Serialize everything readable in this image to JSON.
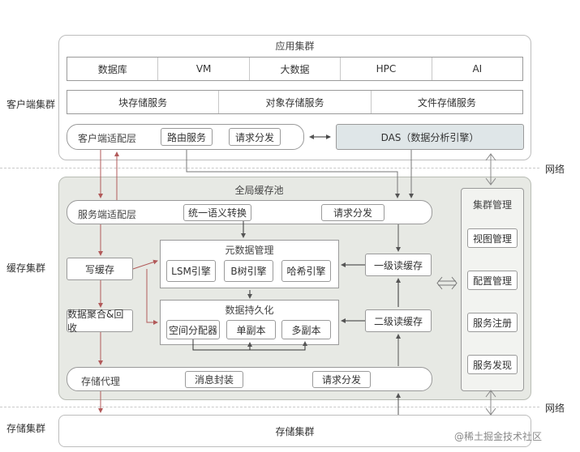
{
  "side_labels": {
    "client_cluster": "客户端集群",
    "cache_cluster": "缓存集群",
    "storage_cluster": "存储集群",
    "network_top": "网络",
    "network_bottom": "网络"
  },
  "client": {
    "app_cluster_title": "应用集群",
    "apps": [
      "数据库",
      "VM",
      "大数据",
      "HPC",
      "AI"
    ],
    "storage_services": [
      "块存储服务",
      "对象存储服务",
      "文件存储服务"
    ],
    "adapter": {
      "label": "客户端适配层",
      "route": "路由服务",
      "dispatch": "请求分发"
    },
    "das": "DAS（数据分析引擎）"
  },
  "cache": {
    "pool_title": "全局缓存池",
    "server_adapter": {
      "label": "服务端适配层",
      "convert": "统一语义转换",
      "dispatch": "请求分发"
    },
    "write_cache": "写缓存",
    "aggregate": "数据聚合&回收",
    "metadata": {
      "title": "元数据管理",
      "items": [
        "LSM引擎",
        "B树引擎",
        "哈希引擎"
      ]
    },
    "persistence": {
      "title": "数据持久化",
      "items": [
        "空间分配器",
        "单副本",
        "多副本"
      ]
    },
    "l1_read": "一级读缓存",
    "l2_read": "二级读缓存",
    "storage_proxy": {
      "label": "存储代理",
      "encap": "消息封装",
      "dispatch": "请求分发"
    },
    "cluster_mgmt": {
      "title": "集群管理",
      "items": [
        "视图管理",
        "配置管理",
        "服务注册",
        "服务发现"
      ]
    }
  },
  "storage": {
    "label": "存储集群"
  },
  "watermark": "@稀土掘金技术社区",
  "colors": {
    "pool_bg": "#e7e9e4",
    "das_bg": "#dfe6e8",
    "border": "#9a9a9a",
    "arrow_red": "#b25a5a",
    "arrow_dark": "#555555"
  }
}
